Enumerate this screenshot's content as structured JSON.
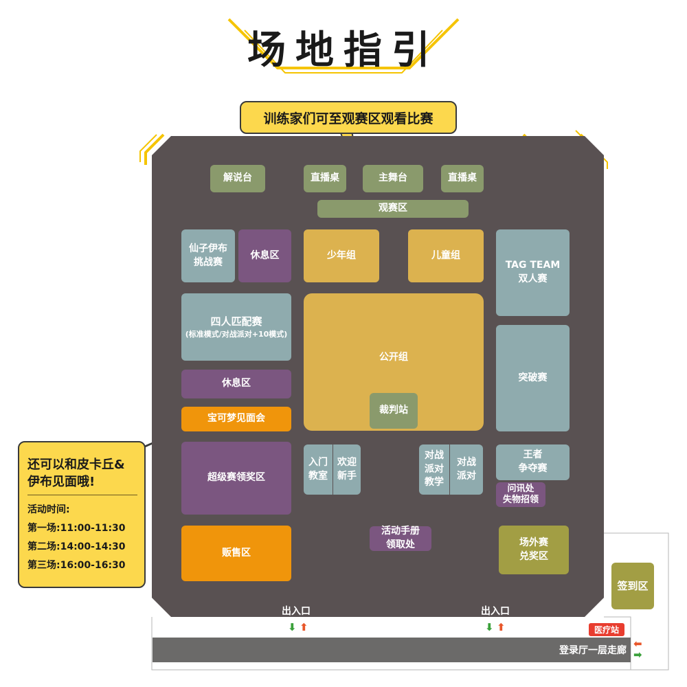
{
  "title": "场地指引",
  "callout_top": "训练家们可至观赛区观看比赛",
  "callout_left": {
    "headline": "还可以和皮卡丘&\n伊布见面哦!",
    "time_label": "活动时间:",
    "sessions": [
      "第一场:11:00-11:30",
      "第二场:14:00-14:30",
      "第三场:16:00-16:30"
    ]
  },
  "zones": {
    "commentary": "解说台",
    "stream_left": "直播桌",
    "main_stage": "主舞台",
    "stream_right": "直播桌",
    "spectator": "观赛区",
    "sylveon": "仙子伊布\n挑战赛",
    "rest_top": "休息区",
    "junior": "少年组",
    "children": "儿童组",
    "tag_team": "TAG TEAM\n双人赛",
    "four_player": "四人匹配赛",
    "four_player_sub": "(标准模式/对战派对+10模式)",
    "open": "公开组",
    "breakthrough": "突破赛",
    "rest_mid": "休息区",
    "meet": "宝可梦见面会",
    "judge": "裁判站",
    "intro": "入门\n教室",
    "welcome": "欢迎\n新手",
    "party_teach": "对战\n派对\n教学",
    "party": "对战\n派对",
    "champion": "王者\n争夺赛",
    "info": "问讯处\n失物招领",
    "super_award": "超级赛领奖区",
    "booklet": "活动手册\n领取处",
    "shop": "贩售区",
    "outdoor_award": "场外赛\n兑奖区",
    "checkin": "签到区",
    "medical": "医疗站"
  },
  "exits": [
    "出入口",
    "出入口"
  ],
  "corridor": "登录厅一层走廊",
  "colors": {
    "hall": "#595152",
    "green": "#8a9a6c",
    "teal": "#8fabae",
    "purple": "#7b5680",
    "yellow": "#dcb24f",
    "orange": "#f0950b",
    "olive": "#a29e44",
    "callout": "#fcd84d",
    "accent": "#f5c400",
    "medical": "#e83d2f"
  },
  "icons": [
    "arrow-down-green-icon",
    "arrow-up-orange-icon",
    "arrow-left-orange-icon",
    "arrow-right-green-icon"
  ]
}
